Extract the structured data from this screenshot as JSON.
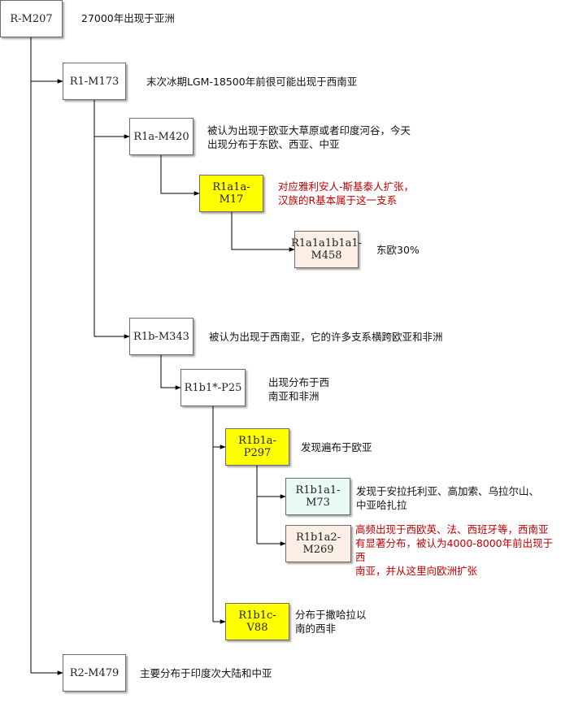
{
  "nodes": {
    "r_m207": {
      "label": "R-M207",
      "desc": "27000年出现于亚洲"
    },
    "r1_m173": {
      "label": "R1-M173",
      "desc": "末次冰期LGM-18500年前很可能出现于西南亚"
    },
    "r1a_m420": {
      "label": "R1a-M420",
      "desc": "被认为出现于欧亚大草原或者印度河谷，今天\n出现分布于东欧、西亚、中亚"
    },
    "r1a1a_m17": {
      "label": "R1a1a-M17",
      "desc": "对应雅利安人-斯基泰人扩张，\n汉族的R基本属于这一支系"
    },
    "r1a1a1b1a1": {
      "label": "R1a1a1b1a1-\nM458",
      "desc": "东欧30%"
    },
    "r1b_m343": {
      "label": "R1b-M343",
      "desc": "被认为出现于西南亚，它的许多支系横跨欧亚和非洲"
    },
    "r1b1_p25": {
      "label": "R1b1*-P25",
      "desc": "出现分布于西\n南亚和非洲"
    },
    "r1b1a_p297": {
      "label": "R1b1a-P297",
      "desc": "发现遍布于欧亚"
    },
    "r1b1a1_m73": {
      "label": "R1b1a1-M73",
      "desc": "发现于安拉托利亚、高加索、乌拉尔山、\n中亚哈扎拉"
    },
    "r1b1a2_m269": {
      "label": "R1b1a2-M269",
      "desc": "高频出现于西欧英、法、西班牙等，西南亚\n有显著分布，被认为4000-8000年前出现于西\n南亚，并从这里向欧洲扩张"
    },
    "r1b1c_v88": {
      "label": "R1b1c-V88",
      "desc": "分布于撒哈拉以\n南的西非"
    },
    "r2_m479": {
      "label": "R2-M479",
      "desc": "主要分布于印度次大陆和中亚"
    }
  },
  "colors": {
    "yellow": "#ffff00",
    "peach": "#fbeee4",
    "mint": "#e9fbf2",
    "red_text": "#c00000",
    "line": "#000000"
  }
}
